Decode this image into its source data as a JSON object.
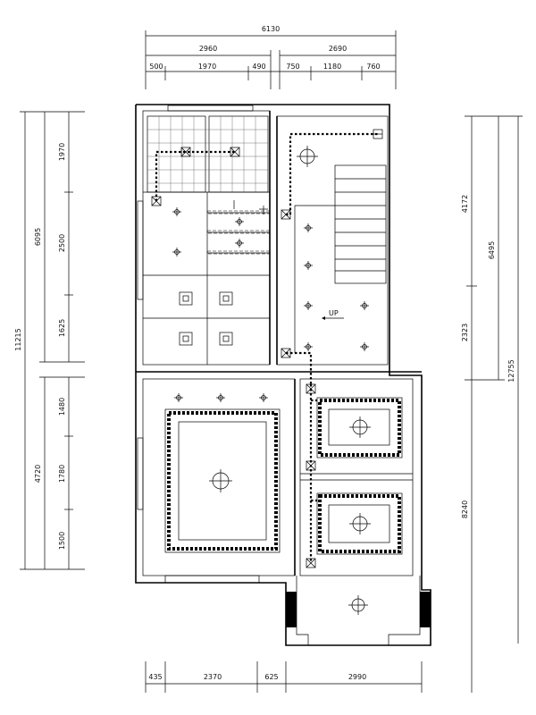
{
  "dimensions": {
    "top_total": "6130",
    "top_left": "2960",
    "top_right": "2690",
    "top_left_parts": [
      "500",
      "1970",
      "490"
    ],
    "top_right_parts": [
      "750",
      "1180",
      "760"
    ],
    "bottom_parts": [
      "435",
      "2370",
      "625",
      "2990"
    ],
    "left_total": "11215",
    "left_upper": "6095",
    "left_upper_parts": [
      "1970",
      "2500",
      "1625"
    ],
    "left_lower": "4720",
    "left_lower_parts": [
      "1480",
      "1780",
      "1500"
    ],
    "right_total": "12755",
    "right_upper": "6495",
    "right_upper_parts": [
      "4172",
      "2323"
    ],
    "right_lower": "8240"
  },
  "annotations": {
    "stair_label": "UP"
  },
  "colors": {
    "line": "#000000",
    "background": "#ffffff"
  }
}
